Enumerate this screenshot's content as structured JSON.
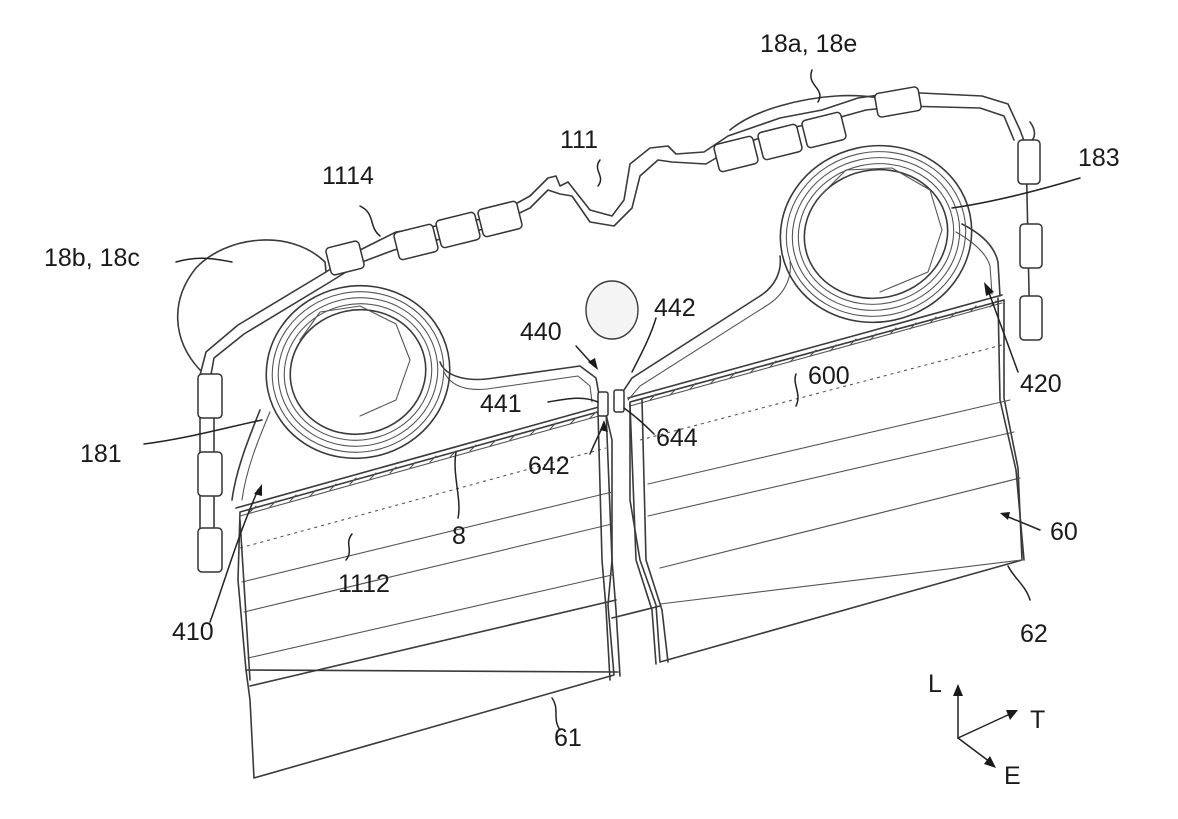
{
  "labels": {
    "l18ae": "18a, 18e",
    "l111": "111",
    "l183": "183",
    "l1114": "1114",
    "l18bc": "18b, 18c",
    "l442": "442",
    "l440": "440",
    "l600": "600",
    "l441": "441",
    "l420": "420",
    "l181": "181",
    "l644": "644",
    "l642": "642",
    "l8": "8",
    "l60": "60",
    "l1112": "1112",
    "l62": "62",
    "l410": "410",
    "l61": "61"
  },
  "axes": {
    "L": "L",
    "T": "T",
    "E": "E"
  }
}
